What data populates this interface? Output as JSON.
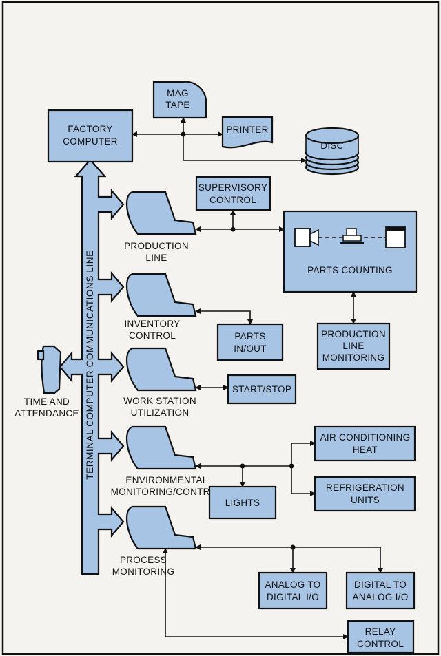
{
  "frame": {
    "bg": "#f4f3ef",
    "box_fill": "#a8c4e4",
    "ink": "#111111"
  },
  "backbone": {
    "label": "TERMINAL COMPUTER COMMUNICATIONS LINE"
  },
  "top": {
    "factory_computer": [
      "FACTORY",
      "COMPUTER"
    ],
    "mag_tape": [
      "MAG",
      "TAPE"
    ],
    "printer": "PRINTER",
    "disc": "DISC"
  },
  "terminals": {
    "production_line": [
      "PRODUCTION",
      "LINE"
    ],
    "inventory_control": [
      "INVENTORY",
      "CONTROL"
    ],
    "work_station": [
      "WORK STATION",
      "UTILIZATION"
    ],
    "environmental": [
      "ENVIRONMENTAL",
      "MONITORING/CONTROL"
    ],
    "process_monitoring": [
      "PROCESS",
      "MONITORING"
    ],
    "time_attendance": [
      "TIME AND",
      "ATTENDANCE"
    ]
  },
  "peripherals": {
    "supervisory_control": [
      "SUPERVISORY",
      "CONTROL"
    ],
    "parts_counting": "PARTS COUNTING",
    "production_line_monitoring": [
      "PRODUCTION",
      "LINE",
      "MONITORING"
    ],
    "parts_in_out": [
      "PARTS",
      "IN/OUT"
    ],
    "start_stop": "START/STOP",
    "air_conditioning": [
      "AIR CONDITIONING",
      "HEAT"
    ],
    "lights": "LIGHTS",
    "refrigeration": [
      "REFRIGERATION",
      "UNITS"
    ],
    "analog_to_digital": [
      "ANALOG TO",
      "DIGITAL I/O"
    ],
    "digital_to_analog": [
      "DIGITAL TO",
      "ANALOG I/O"
    ],
    "relay_control": [
      "RELAY",
      "CONTROL"
    ]
  }
}
